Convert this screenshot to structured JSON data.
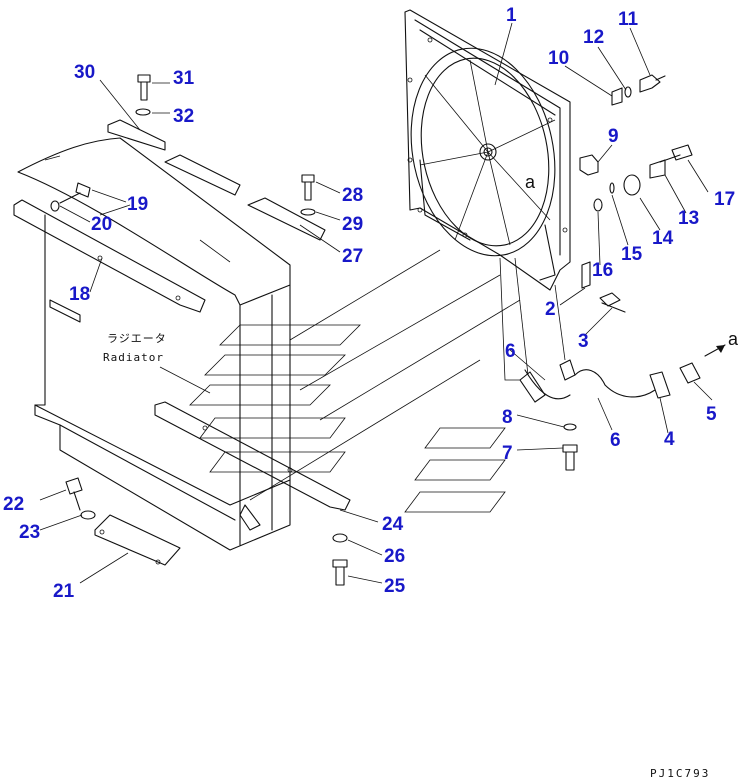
{
  "diagram": {
    "labels": {
      "radiator_jp": "ラジエータ",
      "radiator_en": "Radiator",
      "connector_a_top": "a",
      "connector_a_right": "a",
      "drawing_code": "PJ1C793"
    },
    "callouts": [
      {
        "id": "1",
        "text": "1"
      },
      {
        "id": "2",
        "text": "2"
      },
      {
        "id": "3",
        "text": "3"
      },
      {
        "id": "4",
        "text": "4"
      },
      {
        "id": "5",
        "text": "5"
      },
      {
        "id": "6a",
        "text": "6"
      },
      {
        "id": "6b",
        "text": "6"
      },
      {
        "id": "7",
        "text": "7"
      },
      {
        "id": "8",
        "text": "8"
      },
      {
        "id": "9",
        "text": "9"
      },
      {
        "id": "10",
        "text": "10"
      },
      {
        "id": "11",
        "text": "11"
      },
      {
        "id": "12",
        "text": "12"
      },
      {
        "id": "13",
        "text": "13"
      },
      {
        "id": "14",
        "text": "14"
      },
      {
        "id": "15",
        "text": "15"
      },
      {
        "id": "16",
        "text": "16"
      },
      {
        "id": "17",
        "text": "17"
      },
      {
        "id": "18",
        "text": "18"
      },
      {
        "id": "19",
        "text": "19"
      },
      {
        "id": "20",
        "text": "20"
      },
      {
        "id": "21",
        "text": "21"
      },
      {
        "id": "22",
        "text": "22"
      },
      {
        "id": "23",
        "text": "23"
      },
      {
        "id": "24",
        "text": "24"
      },
      {
        "id": "25",
        "text": "25"
      },
      {
        "id": "26",
        "text": "26"
      },
      {
        "id": "27",
        "text": "27"
      },
      {
        "id": "28",
        "text": "28"
      },
      {
        "id": "29",
        "text": "29"
      },
      {
        "id": "30",
        "text": "30"
      },
      {
        "id": "31",
        "text": "31"
      },
      {
        "id": "32",
        "text": "32"
      }
    ]
  }
}
